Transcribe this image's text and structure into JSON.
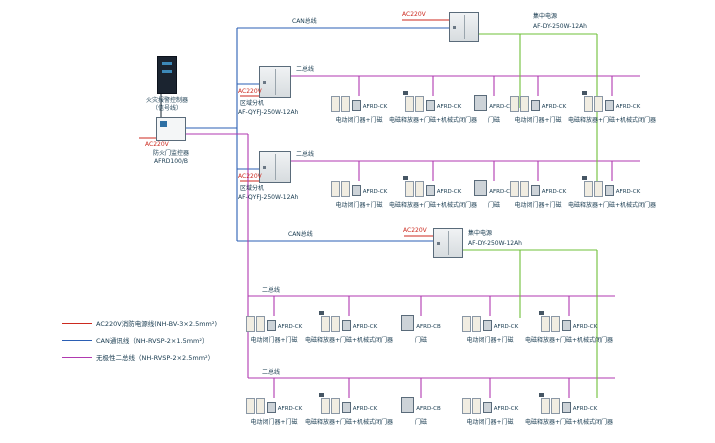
{
  "colors": {
    "power_line": "#cc2a1f",
    "can_line": "#2b5fb4",
    "two_bus_line": "#b03ab0",
    "power_supply_line": "#6fc03a",
    "text": "#16394e"
  },
  "labels": {
    "ac220v": "AC220V",
    "can_bus": "CAN总线",
    "two_bus": "二总线"
  },
  "controller": {
    "name": "火灾报警控制器",
    "sub": "（信号线）"
  },
  "monitor": {
    "name": "防火门监控器",
    "model": "AFRD100/B"
  },
  "regional_unit": {
    "name": "区域分机",
    "model": "AF-QYFJ-250W-12Ah"
  },
  "central_power": {
    "name": "集中电源",
    "model": "AF-DY-250W-12Ah"
  },
  "group_types": {
    "closer": {
      "module": "AFRD-CK",
      "caption": "电动闭门器+门磁"
    },
    "release": {
      "module": "AFRD-CK",
      "caption": "电磁释放器+门磁+机械式闭门器"
    },
    "magnet": {
      "module": "AFRD-CB",
      "caption": "门磁"
    }
  },
  "rows": [
    {
      "sequence": [
        "closer",
        "release",
        "magnet",
        "closer",
        "release"
      ]
    },
    {
      "sequence": [
        "closer",
        "release",
        "magnet",
        "closer",
        "release"
      ]
    },
    {
      "sequence": [
        "closer",
        "release",
        "magnet",
        "closer",
        "release"
      ]
    },
    {
      "sequence": [
        "closer",
        "release",
        "magnet",
        "closer",
        "release"
      ]
    }
  ],
  "legend": [
    {
      "color_key": "power_line",
      "label": "AC220V消防电源线(NH-BV-3×2.5mm²)"
    },
    {
      "color_key": "can_line",
      "label": "CAN通讯线（NH-RVSP-2×1.5mm²）"
    },
    {
      "color_key": "two_bus_line",
      "label": "无极性二总线（NH-RVSP-2×2.5mm²）"
    }
  ]
}
